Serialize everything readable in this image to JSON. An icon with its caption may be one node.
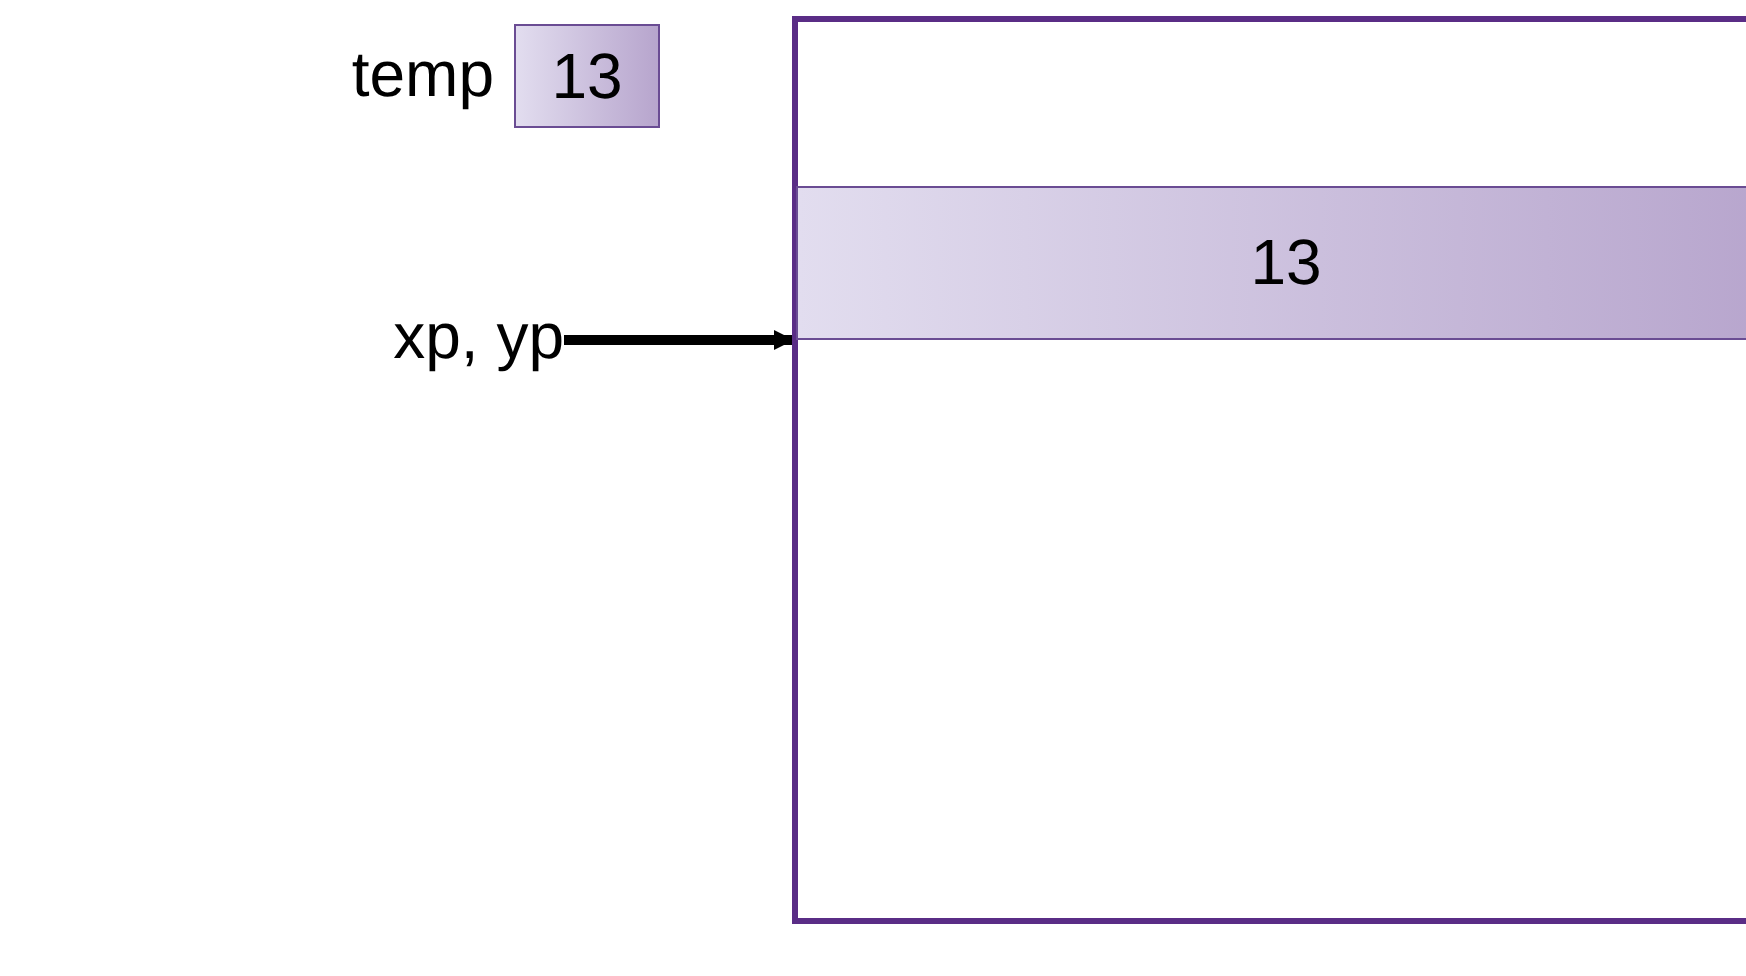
{
  "diagram": {
    "nodes": [
      {
        "text": [
          "13"
        ],
        "beside": [
          "temp"
        ]
      },
      {
        "text": [],
        "shape": "box"
      },
      {
        "text": [
          "13"
        ],
        "in": 1
      },
      {
        "text": [
          "xp, yp"
        ]
      }
    ],
    "edges": [
      {
        "from": 3,
        "to": 2,
        "arrow": "to"
      }
    ]
  }
}
